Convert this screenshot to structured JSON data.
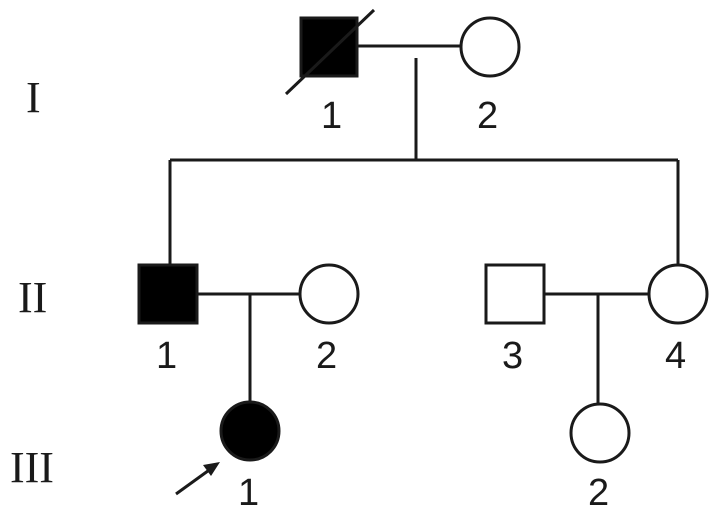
{
  "generations": [
    {
      "id": "I",
      "label": "I"
    },
    {
      "id": "II",
      "label": "II"
    },
    {
      "id": "III",
      "label": "III"
    }
  ],
  "individuals": [
    {
      "key": "I-1",
      "label": "1",
      "sex": "male",
      "affected": true,
      "deceased": true,
      "proband": false
    },
    {
      "key": "I-2",
      "label": "2",
      "sex": "female",
      "affected": false,
      "deceased": false,
      "proband": false
    },
    {
      "key": "II-1",
      "label": "1",
      "sex": "male",
      "affected": true,
      "deceased": false,
      "proband": false
    },
    {
      "key": "II-2",
      "label": "2",
      "sex": "female",
      "affected": false,
      "deceased": false,
      "proband": false
    },
    {
      "key": "II-3",
      "label": "3",
      "sex": "male",
      "affected": false,
      "deceased": false,
      "proband": false
    },
    {
      "key": "II-4",
      "label": "4",
      "sex": "female",
      "affected": false,
      "deceased": false,
      "proband": false
    },
    {
      "key": "III-1",
      "label": "1",
      "sex": "female",
      "affected": true,
      "deceased": false,
      "proband": true
    },
    {
      "key": "III-2",
      "label": "2",
      "sex": "female",
      "affected": false,
      "deceased": false,
      "proband": false
    }
  ],
  "colors": {
    "line": "#1a1a1a",
    "affected_fill": "#000000",
    "unaffected_fill": "#ffffff"
  }
}
